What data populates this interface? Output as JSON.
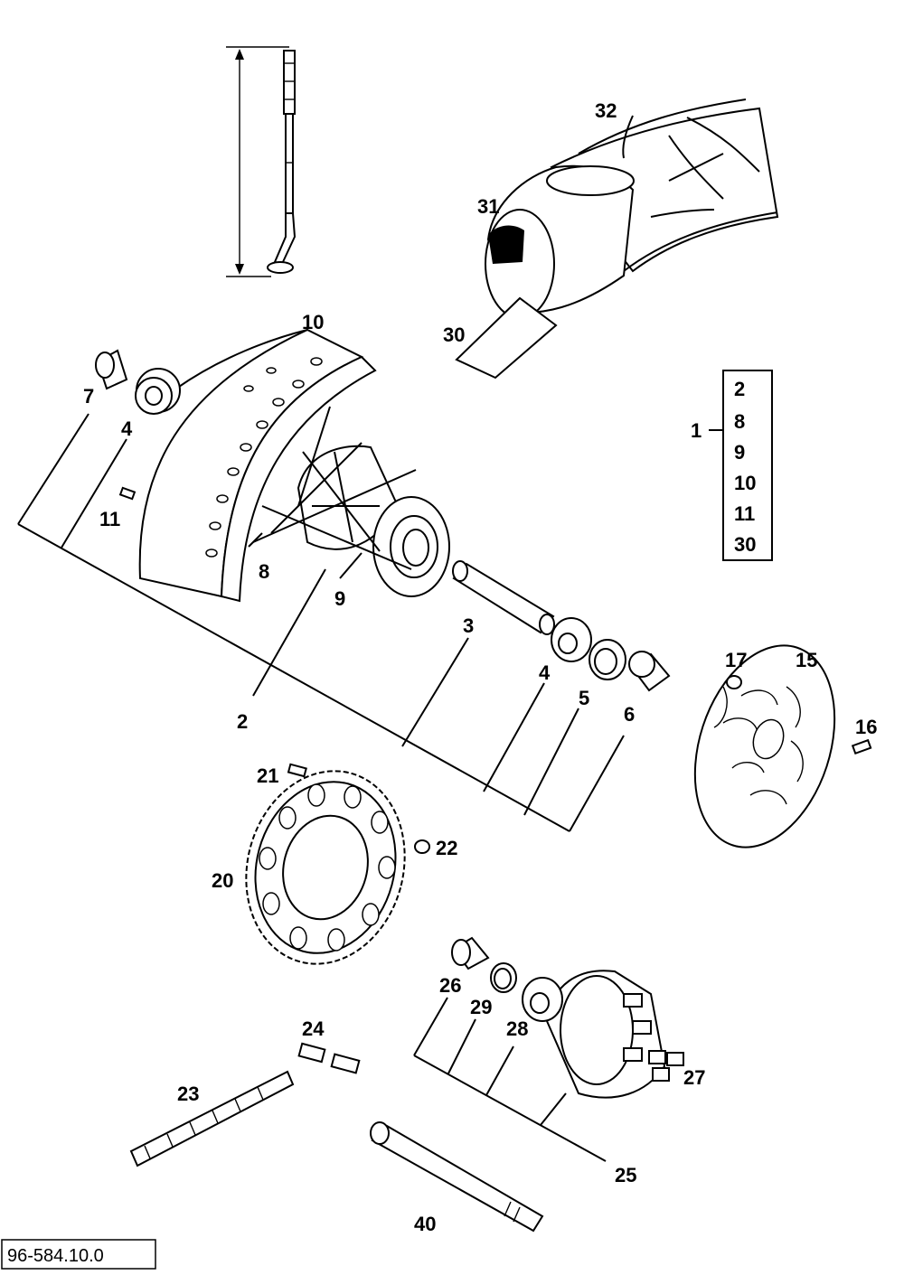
{
  "labels": {
    "p1": "1",
    "p2": "2",
    "p3": "3",
    "p4a": "4",
    "p4b": "4",
    "p5": "5",
    "p6": "6",
    "p7": "7",
    "p8": "8",
    "p9": "9",
    "p10": "10",
    "p11": "11",
    "p15": "15",
    "p16": "16",
    "p17": "17",
    "p20": "20",
    "p21": "21",
    "p22": "22",
    "p23": "23",
    "p24": "24",
    "p25": "25",
    "p26": "26",
    "p27": "27",
    "p28": "28",
    "p29": "29",
    "p30": "30",
    "p31": "31",
    "p32": "32",
    "p40": "40"
  },
  "kit": {
    "items": [
      "2",
      "8",
      "9",
      "10",
      "11",
      "30"
    ]
  },
  "reference": "96-584.10.0"
}
